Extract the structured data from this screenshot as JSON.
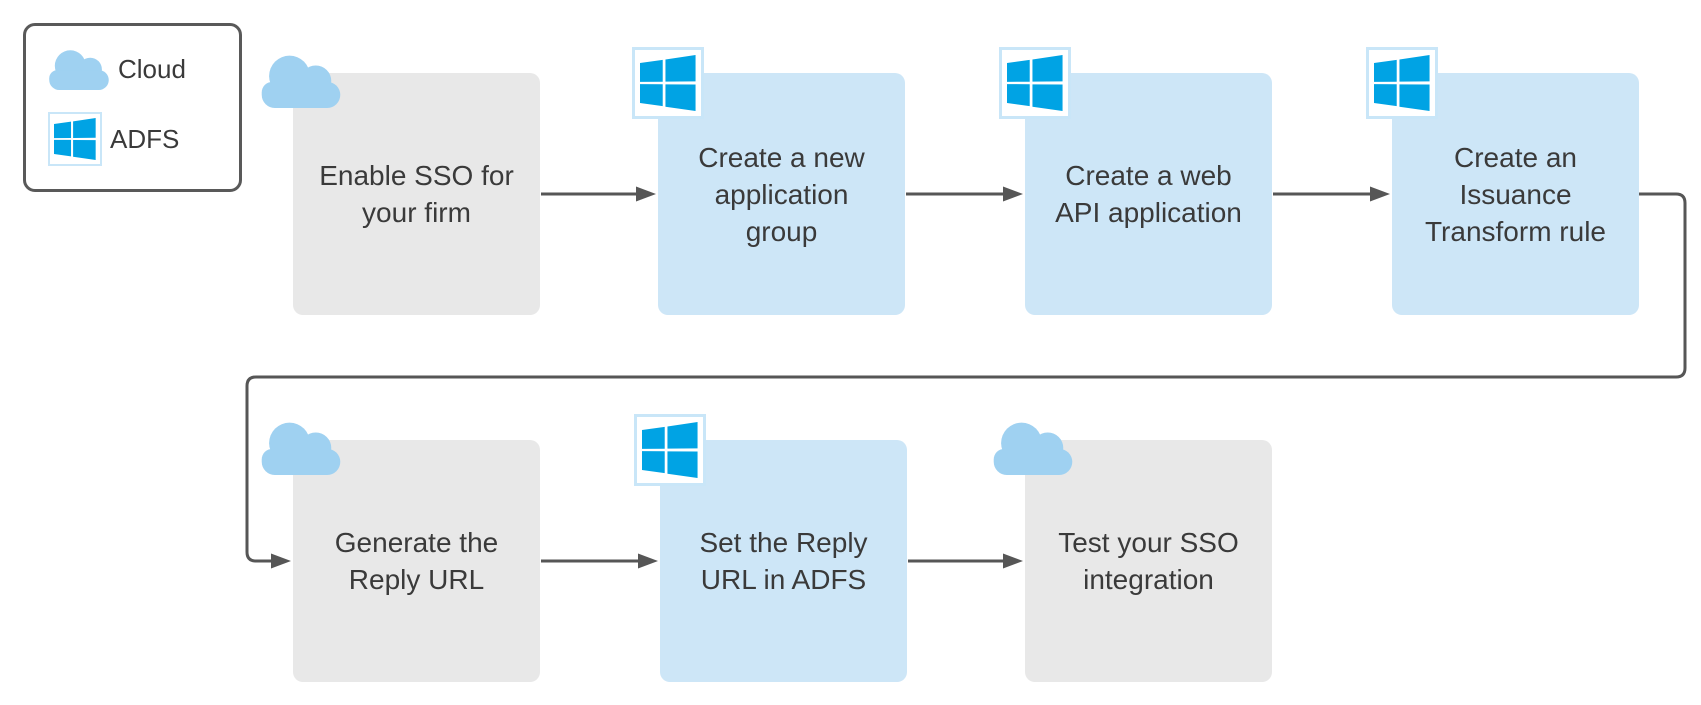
{
  "legend": {
    "items": [
      {
        "icon": "cloud-icon",
        "label": "Cloud"
      },
      {
        "icon": "windows-adfs-icon",
        "label": "ADFS"
      }
    ]
  },
  "flow": {
    "steps": [
      {
        "id": 1,
        "label": "Enable SSO for your firm",
        "type": "cloud",
        "icon": "cloud-icon",
        "row": 1
      },
      {
        "id": 2,
        "label": "Create a new application group",
        "type": "adfs",
        "icon": "windows-adfs-icon",
        "row": 1
      },
      {
        "id": 3,
        "label": "Create a web API application",
        "type": "adfs",
        "icon": "windows-adfs-icon",
        "row": 1
      },
      {
        "id": 4,
        "label": "Create an Issuance Transform rule",
        "type": "adfs",
        "icon": "windows-adfs-icon",
        "row": 1
      },
      {
        "id": 5,
        "label": "Generate the Reply URL",
        "type": "cloud",
        "icon": "cloud-icon",
        "row": 2
      },
      {
        "id": 6,
        "label": "Set the Reply URL in ADFS",
        "type": "adfs",
        "icon": "windows-adfs-icon",
        "row": 2
      },
      {
        "id": 7,
        "label": "Test your SSO integration",
        "type": "cloud",
        "icon": "cloud-icon",
        "row": 2
      }
    ],
    "connections": [
      {
        "from": 1,
        "to": 2
      },
      {
        "from": 2,
        "to": 3
      },
      {
        "from": 3,
        "to": 4
      },
      {
        "from": 4,
        "to": 5,
        "style": "wrap-around"
      },
      {
        "from": 5,
        "to": 6
      },
      {
        "from": 6,
        "to": 7
      }
    ]
  },
  "colors": {
    "background": "#ffffff",
    "cloud_node_fill": "#e8e8e8",
    "adfs_node_fill": "#cde6f7",
    "cloud_icon_blue": "#9fd1f1",
    "windows_logo_blue": "#00a3e4",
    "windows_badge_border": "#c9e6f8",
    "connector_gray": "#565656",
    "text_gray": "#3a3a3a",
    "legend_border_gray": "#595959"
  }
}
